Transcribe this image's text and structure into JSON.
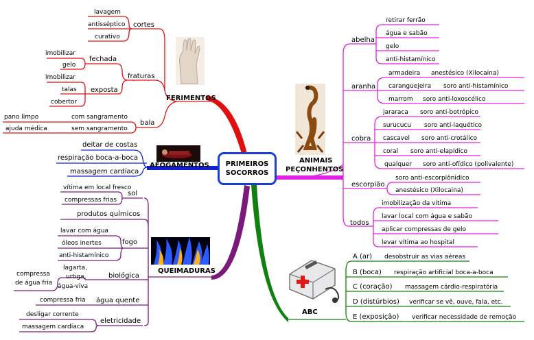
{
  "center": {
    "line1": "PRIMEIROS",
    "line2": "SOCORROS"
  },
  "ferimentos": {
    "title": "FERIMENTOS",
    "cortes": {
      "label": "cortes",
      "items": [
        "lavagem",
        "antisséptico",
        "curativo"
      ]
    },
    "fraturas": {
      "label": "fraturas",
      "fechada": {
        "label": "fechada",
        "items": [
          "imobilizar",
          "gelo"
        ]
      },
      "exposta": {
        "label": "exposta",
        "items": [
          "imobilizar",
          "talas",
          "cobertor"
        ]
      }
    },
    "bala": {
      "label": "bala",
      "com": {
        "label": "com sangramento",
        "item": "pano limpo"
      },
      "sem": {
        "label": "sem sangramento",
        "item": "ajuda médica"
      }
    }
  },
  "afogamentos": {
    "title": "AFOGAMENTOS",
    "items": [
      "deitar de costas",
      "respiração boca-a-boca",
      "massagem cardíaca"
    ]
  },
  "queimaduras": {
    "title": "QUEIMADURAS",
    "sol": {
      "label": "sol",
      "items": [
        "vítima em local fresco",
        "compressas frias"
      ]
    },
    "quimicos": "produtos químicos",
    "fogo": {
      "label": "fogo",
      "items": [
        "lavar com água",
        "óleos inertes",
        "anti-histamínico"
      ]
    },
    "biologica": {
      "label": "biológica",
      "source": [
        "lagarta,",
        "urtiga,",
        "água-viva"
      ],
      "remedy": [
        "compressa",
        "de água fria"
      ]
    },
    "agua_quente": {
      "label": "água quente",
      "item": "compressa fria"
    },
    "eletricidade": {
      "label": "eletricidade",
      "items": [
        "desligar corrente",
        "massagem cardíaca"
      ]
    }
  },
  "animais": {
    "title_line1": "ANIMAIS",
    "title_line2": "PEÇONHENTOS",
    "abelha": {
      "label": "abelha",
      "items": [
        "retirar ferrão",
        "água e sabão",
        "gelo",
        "anti-histamínico"
      ]
    },
    "aranha": {
      "label": "aranha",
      "rows": [
        {
          "name": "armadeira",
          "remedy": "anestésico (Xilocaina)"
        },
        {
          "name": "caranguejeira",
          "remedy": "soro anti-histamínico"
        },
        {
          "name": "marrom",
          "remedy": "soro anti-loxoscélico"
        }
      ]
    },
    "cobra": {
      "label": "cobra",
      "rows": [
        {
          "name": "jararaca",
          "remedy": "soro anti-botrópico"
        },
        {
          "name": "surucucu",
          "remedy": "soro anti-laquético"
        },
        {
          "name": "cascavel",
          "remedy": "soro anti-crotálico"
        },
        {
          "name": "coral",
          "remedy": "soro anti-elapídico"
        },
        {
          "name": "qualquer",
          "remedy": "soro anti-ofídico (polivalente)"
        }
      ]
    },
    "escorpiao": {
      "label": "escorpião",
      "items": [
        "soro anti-escorpiônidico",
        "anestésico (Xilocaina)"
      ]
    },
    "todos": {
      "label": "todos",
      "items": [
        "imobilização da vítima",
        "lavar local com água e sabão",
        "aplicar compressas de gelo",
        "levar vítima ao hospital"
      ]
    }
  },
  "abc": {
    "title": "ABC",
    "rows": [
      {
        "name": "A (ar)",
        "desc": "desobstruir as vias aéreas"
      },
      {
        "name": "B (boca)",
        "desc": "respiração artificial boca-a-boca"
      },
      {
        "name": "C (coração)",
        "desc": "massagem cárdio-respiratória"
      },
      {
        "name": "D (distúrbios)",
        "desc": "verificar se vê, ouve, fala, etc."
      },
      {
        "name": "E (exposição)",
        "desc": "verificar necessidade de remoção"
      }
    ]
  },
  "colors": {
    "ferimentos": "#e01010",
    "afogamentos": "#1020d0",
    "queimaduras": "#7a1a7a",
    "animais": "#e020e0",
    "abc": "#108010",
    "center_border": "#1a3fcf"
  },
  "icons": [
    "glove-icon",
    "drowning-person-icon",
    "flames-icon",
    "scorpion-icon",
    "first-aid-kit-icon"
  ]
}
